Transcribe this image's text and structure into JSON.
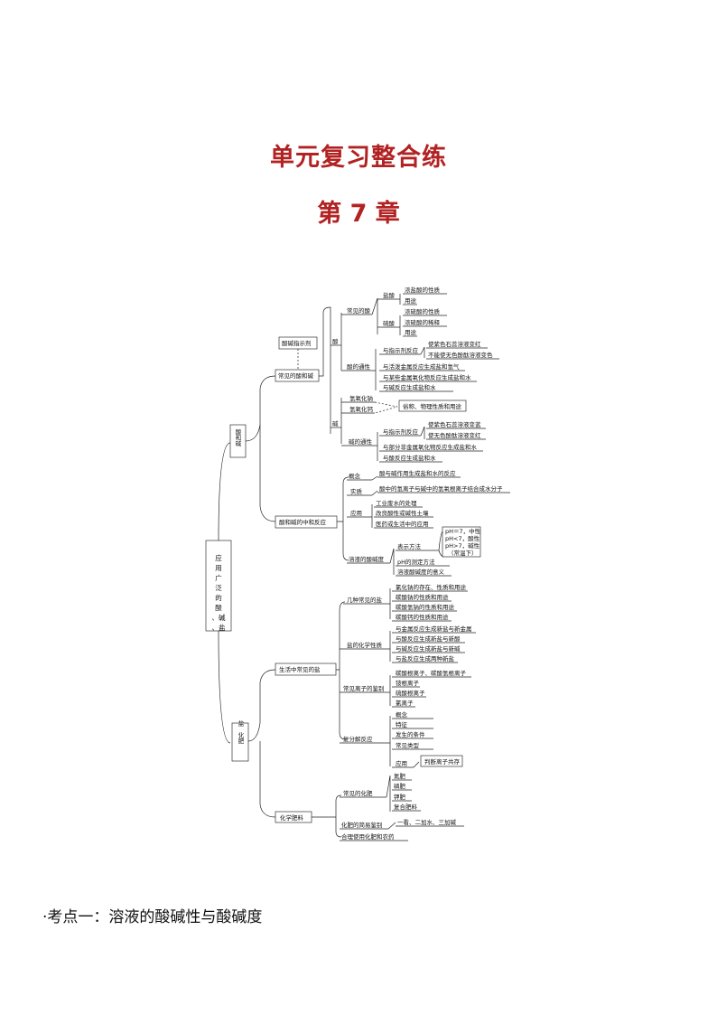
{
  "title": "单元复习整合练",
  "chapter": "第 7 章",
  "root": "应用广泛的酸、碱、盐",
  "b1": {
    "label": "酸和碱",
    "c1": "常见的酸和碱",
    "indicator": "酸碱指示剂",
    "acid": "酸",
    "common_acid": "常见的酸",
    "hcl": "盐酸",
    "hcl1": "浓盐酸的性质",
    "hcl2": "用途",
    "h2so4": "硫酸",
    "h2so4a": "浓硫酸的性质",
    "h2so4b": "浓硫酸的稀释",
    "h2so4c": "用途",
    "acid_gen": "酸的通性",
    "acid_ind": "与指示剂反应",
    "acid_ind1": "使紫色石蕊溶液变红",
    "acid_ind2": "不能使无色酚酞溶液变色",
    "acid_r1": "与活泼金属反应生成盐和氢气",
    "acid_r2": "与某些金属氧化物反应生成盐和水",
    "acid_r3": "与碱反应生成盐和水",
    "base": "碱",
    "naoh": "氢氧化钠",
    "caoh": "氢氧化钙",
    "base_prop": "俗称、物理性质和用途",
    "base_gen": "碱的通性",
    "base_ind": "与指示剂反应",
    "base_ind1": "使紫色石蕊溶液变蓝",
    "base_ind2": "使无色酚酞溶液变红",
    "base_r1": "与部分非金属氧化物反应生成盐和水",
    "base_r2": "与酸反应生成盐和水",
    "c2": "酸和碱的中和反应",
    "concept": "概念",
    "concept_t": "酸与碱作用生成盐和水的反应",
    "essence": "实质",
    "essence_t": "酸中的氢离子与碱中的氢氧根离子结合成水分子",
    "app": "应用",
    "app1": "工业废水的处理",
    "app2": "改良酸性或碱性土壤",
    "app3": "医药或生活中的应用",
    "ph": "溶液的酸碱度",
    "ph_rep": "表示方法",
    "ph1": "pH＝7，中性",
    "ph2": "pH<7，酸性",
    "ph3": "pH>7，碱性",
    "ph4": "（常温下）",
    "ph_measure": "pH的测定方法",
    "ph_meaning": "溶液酸碱度的意义"
  },
  "b2": {
    "label": "盐　化肥",
    "c1": "生活中常见的盐",
    "salts": "几种常见的盐",
    "s1": "氯化钠的存在、性质和用途",
    "s2": "碳酸钠的性质和用途",
    "s3": "碳酸氢钠的性质和用途",
    "s4": "碳酸钙的性质和用途",
    "chem": "盐的化学性质",
    "chem1": "与金属反应生成新盐与新金属",
    "chem2": "与酸反应生成新盐与新酸",
    "chem3": "与碱反应生成新盐与新碱",
    "chem4": "与盐反应生成两种新盐",
    "ion": "常见离子的鉴别",
    "ion1": "碳酸根离子、碳酸氢根离子",
    "ion2": "铵根离子",
    "ion3": "硫酸根离子",
    "ion4": "氯离子",
    "double": "复分解反应",
    "d1": "概念",
    "d2": "特征",
    "d3": "发生的条件",
    "d4": "常见类型",
    "d5": "应用",
    "d5a": "判断离子共存",
    "c2": "化学肥料",
    "fert": "常见的化肥",
    "f1": "氮肥",
    "f2": "磷肥",
    "f3": "钾肥",
    "f4": "复合肥料",
    "ident": "化肥的简易鉴别",
    "ident1": "一看、二加水、三加碱",
    "reason": "合理使用化肥和农药"
  },
  "kaodian": "·考点一：溶液的酸碱性与酸碱度"
}
